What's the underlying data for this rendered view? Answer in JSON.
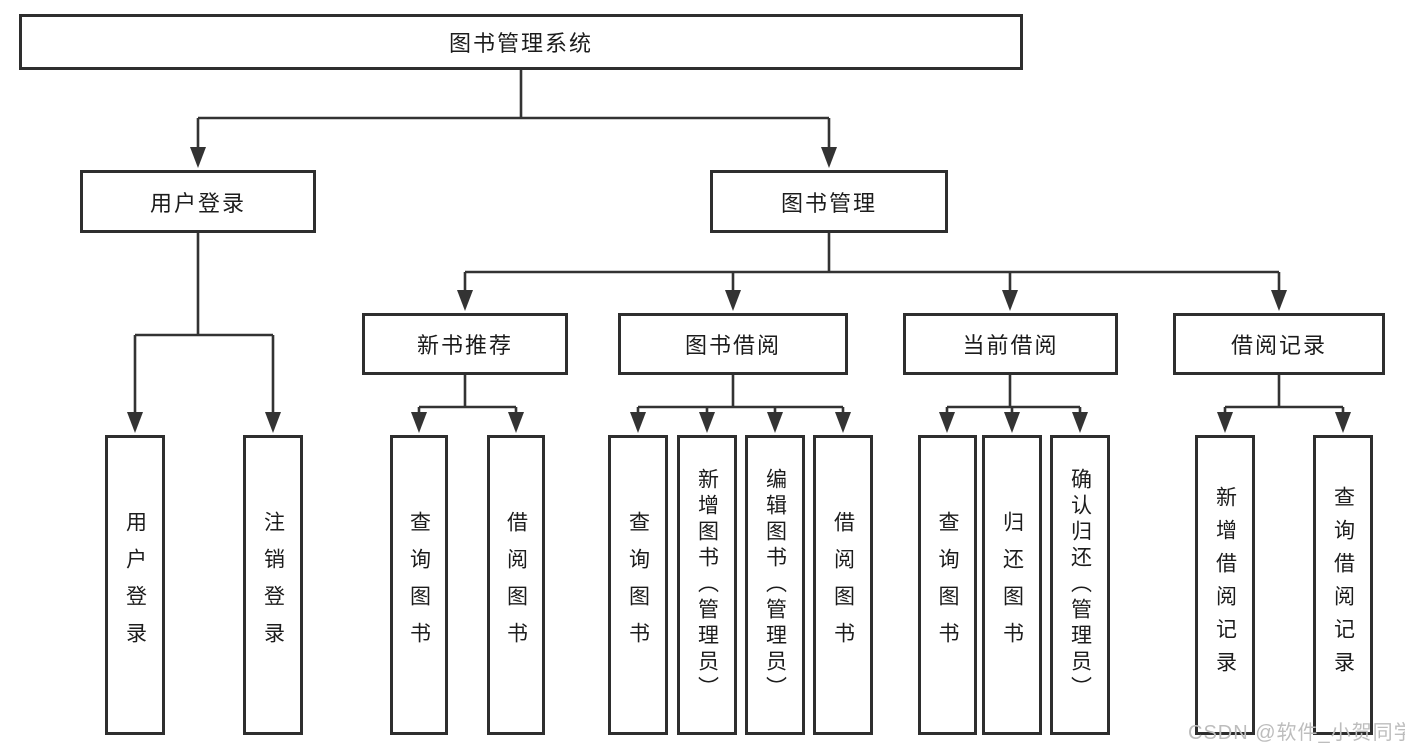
{
  "diagram": {
    "root": {
      "label": "图书管理系统"
    },
    "branches": [
      {
        "label": "用户登录",
        "children": [
          "用户登录",
          "注销登录"
        ]
      },
      {
        "label": "图书管理",
        "sections": [
          {
            "label": "新书推荐",
            "children": [
              "查询图书",
              "借阅图书"
            ]
          },
          {
            "label": "图书借阅",
            "children": [
              "查询图书",
              "新增图书（管理员）",
              "编辑图书（管理员）",
              "借阅图书"
            ]
          },
          {
            "label": "当前借阅",
            "children": [
              "查询图书",
              "归还图书",
              "确认归还（管理员）"
            ]
          },
          {
            "label": "借阅记录",
            "children": [
              "新增借阅记录",
              "查询借阅记录"
            ]
          }
        ]
      }
    ]
  },
  "watermark": {
    "text": "CSDN @软件_小贺同学"
  },
  "colors": {
    "line": "#333333",
    "box_border": "#2e2e2e",
    "text": "#1c1c1c",
    "watermark": "#bdbdbd",
    "background": "#ffffff"
  }
}
